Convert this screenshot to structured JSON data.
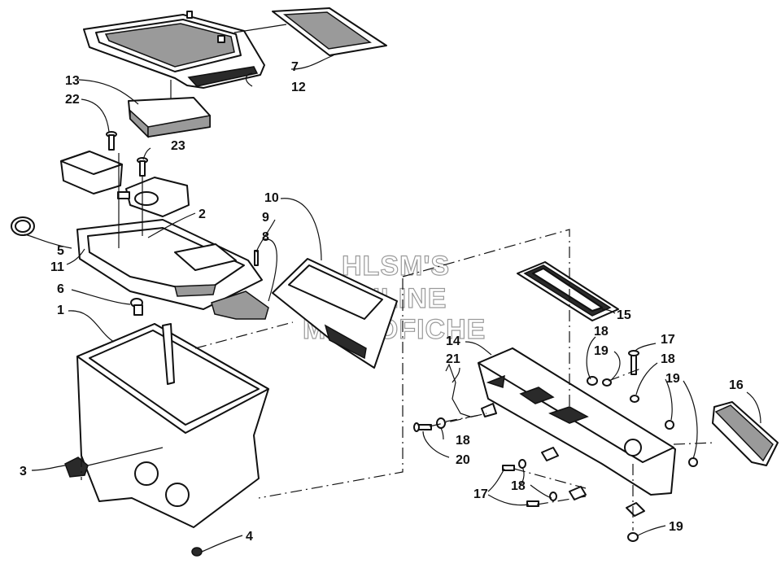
{
  "watermark": {
    "line1": "HLSM'S",
    "line2": "ONLINE",
    "line3": "MICROFICHE"
  },
  "callouts": {
    "c1": "1",
    "c2": "2",
    "c3": "3",
    "c4": "4",
    "c5": "5",
    "c6": "6",
    "c7": "7",
    "c8": "8",
    "c9": "9",
    "c10": "10",
    "c11": "11",
    "c12": "12",
    "c13": "13",
    "c14": "14",
    "c15": "15",
    "c16": "16",
    "c17a": "17",
    "c17b": "17",
    "c18a": "18",
    "c18b": "18",
    "c18c": "18",
    "c18d": "18",
    "c19a": "19",
    "c19b": "19",
    "c19c": "19",
    "c20": "20",
    "c21": "21",
    "c22": "22",
    "c23": "23"
  }
}
